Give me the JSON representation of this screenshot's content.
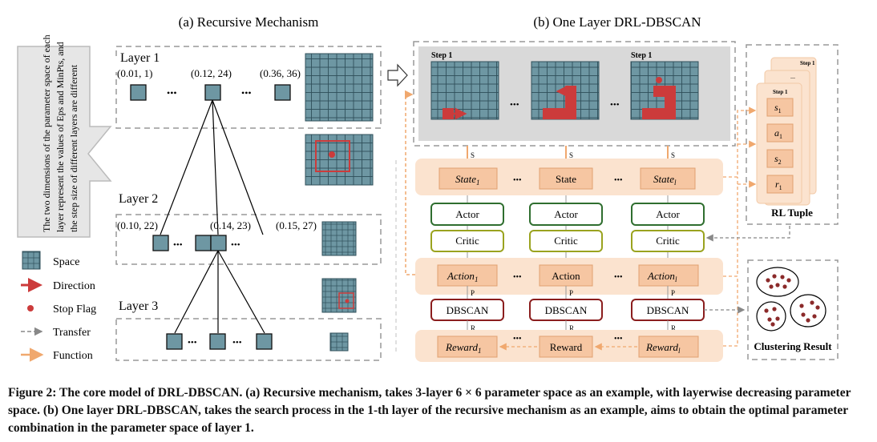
{
  "left_title": "(a) Recursive Mechanism",
  "right_title": "(b) One Layer DRL-DBSCAN",
  "side_note": "The two dimensions of the parameter space of each layer represent the values of Eps and MinPts, and the step size of different layers are different",
  "layers": {
    "l1": "Layer 1",
    "l2": "Layer 2",
    "l3": "Layer 3",
    "l1_pts": [
      "(0.01, 1)",
      "(0.12, 24)",
      "(0.36, 36)"
    ],
    "l2_pts": [
      "(0.10, 22)",
      "(0.14, 23)",
      "(0.15, 27)"
    ],
    "dots": "•••"
  },
  "legend": {
    "space": "Space",
    "direction": "Direction",
    "stop": "Stop Flag",
    "transfer": "Transfer",
    "function": "Function"
  },
  "pipeline": {
    "step": "Step 1",
    "s": "S",
    "p": "P",
    "r": "R",
    "state_a": "State",
    "state_a_sub": "1",
    "state_b": "State",
    "state_c": "State",
    "state_c_sub": "l",
    "actor": "Actor",
    "critic": "Critic",
    "action_a": "Action",
    "action_a_sub": "1",
    "action_b": "Action",
    "action_c": "Action",
    "action_c_sub": "l",
    "dbscan": "DBSCAN",
    "reward_a": "Reward",
    "reward_a_sub": "1",
    "reward_b": "Reward",
    "reward_c": "Reward",
    "reward_c_sub": "l",
    "dots": "•••"
  },
  "rl": {
    "title": "RL Tuple",
    "step": "Step 1",
    "back_dots": "...",
    "s1": "s",
    "s1_sub": "1",
    "a1": "a",
    "a1_sub": "1",
    "s2": "s",
    "s2_sub": "2",
    "r1": "r",
    "r1_sub": "1"
  },
  "clustering": "Clustering Result",
  "caption": "Figure 2: The core model of DRL-DBSCAN. (a) Recursive mechanism, takes 3-layer 6 × 6 parameter space as an example, with layerwise decreasing parameter space. (b) One layer DRL-DBSCAN, takes the search process in the 1-th layer of the recursive mechanism as an example, aims to obtain the optimal parameter combination in the parameter space of layer 1.",
  "colors": {
    "cell": "#6e97a3",
    "cell_dark": "#2f4f5a",
    "red": "#cc3b3b",
    "orange_bg": "#fbe3cf",
    "orange_box": "#f6c6a2",
    "green": "#2f6e2f",
    "olive": "#9aa31f",
    "gray_panel": "#d9d9d9",
    "dashed": "#999999"
  }
}
